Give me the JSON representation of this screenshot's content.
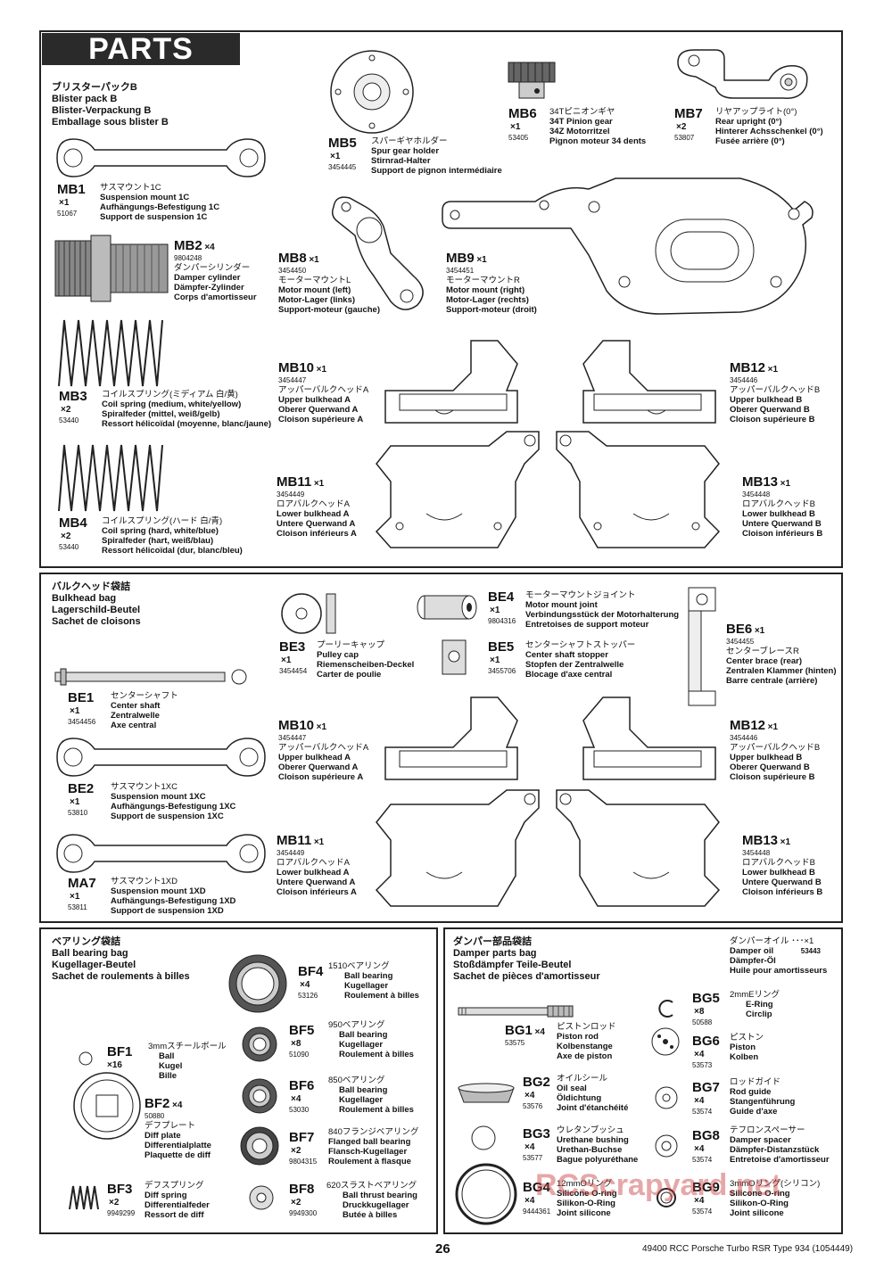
{
  "title": "PARTS",
  "sections": {
    "blisterB": [
      "ブリスターパックB",
      "Blister pack B",
      "Blister-Verpackung B",
      "Emballage sous blister B"
    ],
    "bulkhead": [
      "バルクヘッド袋詰",
      "Bulkhead bag",
      "Lagerschild-Beutel",
      "Sachet de cloisons"
    ],
    "bearing": [
      "ベアリング袋詰",
      "Ball bearing bag",
      "Kugellager-Beutel",
      "Sachet de roulements à billes"
    ],
    "damper": [
      "ダンパー部品袋詰",
      "Damper parts bag",
      "Stoßdämpfer Teile-Beutel",
      "Sachet de pièces d'amortisseur"
    ]
  },
  "parts": {
    "MB5": {
      "code": "MB5",
      "qty": "×1",
      "num": "3454445",
      "lines": [
        "スパーギヤホルダー",
        "Spur gear holder",
        "Stirnrad-Halter",
        "Support de pignon intermédiaire"
      ]
    },
    "MB6": {
      "code": "MB6",
      "qty": "×1",
      "num": "53405",
      "lines": [
        "34Tピニオンギヤ",
        "34T Pinion gear",
        "34Z Motorritzel",
        "Pignon moteur 34 dents"
      ]
    },
    "MB7": {
      "code": "MB7",
      "qty": "×2",
      "num": "53807",
      "lines": [
        "リヤアップライト(0°)",
        "Rear upright (0°)",
        "Hinterer Achsschenkel (0°)",
        "Fusée arrière (0°)"
      ]
    },
    "MB1": {
      "code": "MB1",
      "qty": "×1",
      "num": "51067",
      "lines": [
        "サスマウント1C",
        "Suspension mount 1C",
        "Aufhängungs-Befestigung 1C",
        "Support de suspension 1C"
      ]
    },
    "MB2": {
      "code": "MB2",
      "qty": "×4",
      "num": "9804248",
      "lines": [
        "ダンパーシリンダー",
        "Damper cylinder",
        "Dämpfer-Zylinder",
        "Corps d'amortisseur"
      ]
    },
    "MB8": {
      "code": "MB8",
      "qty": "×1",
      "num": "3454450",
      "lines": [
        "モーターマウントL",
        "Motor mount (left)",
        "Motor-Lager (links)",
        "Support-moteur (gauche)"
      ]
    },
    "MB9": {
      "code": "MB9",
      "qty": "×1",
      "num": "3454451",
      "lines": [
        "モーターマウントR",
        "Motor mount (right)",
        "Motor-Lager (rechts)",
        "Support-moteur (droit)"
      ]
    },
    "MB3": {
      "code": "MB3",
      "qty": "×2",
      "num": "53440",
      "lines": [
        "コイルスプリング(ミディアム 白/黄)",
        "Coil spring (medium, white/yellow)",
        "Spiralfeder (mittel, weiß/gelb)",
        "Ressort hélicoïdal (moyenne, blanc/jaune)"
      ]
    },
    "MB4": {
      "code": "MB4",
      "qty": "×2",
      "num": "53440",
      "lines": [
        "コイルスプリング(ハード 白/青)",
        "Coil spring (hard, white/blue)",
        "Spiralfeder (hart, weiß/blau)",
        "Ressort hélicoïdal (dur, blanc/bleu)"
      ]
    },
    "MB10a": {
      "code": "MB10",
      "qty": "×1",
      "num": "3454447",
      "lines": [
        "アッパーバルクヘッドA",
        "Upper bulkhead A",
        "Oberer Querwand A",
        "Cloison supérieure A"
      ]
    },
    "MB12a": {
      "code": "MB12",
      "qty": "×1",
      "num": "3454446",
      "lines": [
        "アッパーバルクヘッドB",
        "Upper bulkhead B",
        "Oberer Querwand B",
        "Cloison supérieure B"
      ]
    },
    "MB11a": {
      "code": "MB11",
      "qty": "×1",
      "num": "3454449",
      "lines": [
        "ロアバルクヘッドA",
        "Lower bulkhead A",
        "Untere Querwand A",
        "Cloison inférieurs A"
      ]
    },
    "MB13a": {
      "code": "MB13",
      "qty": "×1",
      "num": "3454448",
      "lines": [
        "ロアバルクヘッドB",
        "Lower bulkhead B",
        "Untere Querwand B",
        "Cloison inférieurs B"
      ]
    },
    "BE4": {
      "code": "BE4",
      "qty": "×1",
      "num": "9804316",
      "lines": [
        "モーターマウントジョイント",
        "Motor mount joint",
        "Verbindungsstück der Motorhalterung",
        "Entretoises de support moteur"
      ]
    },
    "BE3": {
      "code": "BE3",
      "qty": "×1",
      "num": "3454454",
      "lines": [
        "プーリーキャップ",
        "Pulley cap",
        "Riemenscheiben-Deckel",
        "Carter de poulie"
      ]
    },
    "BE5": {
      "code": "BE5",
      "qty": "×1",
      "num": "3455706",
      "lines": [
        "センターシャフトストッパー",
        "Center shaft stopper",
        "Stopfen der Zentralwelle",
        "Blocage d'axe central"
      ]
    },
    "BE6": {
      "code": "BE6",
      "qty": "×1",
      "num": "3454455",
      "lines": [
        "センターブレースR",
        "Center brace (rear)",
        "Zentralen Klammer (hinten)",
        "Barre centrale (arrière)"
      ]
    },
    "BE1": {
      "code": "BE1",
      "qty": "×1",
      "num": "3454456",
      "lines": [
        "センターシャフト",
        "Center shaft",
        "Zentralwelle",
        "Axe central"
      ]
    },
    "BE2": {
      "code": "BE2",
      "qty": "×1",
      "num": "53810",
      "lines": [
        "サスマウント1XC",
        "Suspension mount 1XC",
        "Aufhängungs-Befestigung 1XC",
        "Support de suspension 1XC"
      ]
    },
    "MA7": {
      "code": "MA7",
      "qty": "×1",
      "num": "53811",
      "lines": [
        "サスマウント1XD",
        "Suspension mount 1XD",
        "Aufhängungs-Befestigung 1XD",
        "Support de suspension 1XD"
      ]
    },
    "MB10b": {
      "code": "MB10",
      "qty": "×1",
      "num": "3454447",
      "lines": [
        "アッパーバルクヘッドA",
        "Upper bulkhead A",
        "Oberer Querwand A",
        "Cloison supérieure A"
      ]
    },
    "MB12b": {
      "code": "MB12",
      "qty": "×1",
      "num": "3454446",
      "lines": [
        "アッパーバルクヘッドB",
        "Upper bulkhead B",
        "Oberer Querwand B",
        "Cloison supérieure B"
      ]
    },
    "MB11b": {
      "code": "MB11",
      "qty": "×1",
      "num": "3454449",
      "lines": [
        "ロアバルクヘッドA",
        "Lower bulkhead A",
        "Untere Querwand A",
        "Cloison inférieurs A"
      ]
    },
    "MB13b": {
      "code": "MB13",
      "qty": "×1",
      "num": "3454448",
      "lines": [
        "ロアバルクヘッドB",
        "Lower bulkhead B",
        "Untere Querwand B",
        "Cloison inférieurs B"
      ]
    },
    "BF4": {
      "code": "BF4",
      "qty": "×4",
      "num": "53126",
      "lines": [
        "1510ベアリング",
        "Ball bearing",
        "Kugellager",
        "Roulement à billes"
      ]
    },
    "BF5": {
      "code": "BF5",
      "qty": "×8",
      "num": "51090",
      "lines": [
        "950ベアリング",
        "Ball bearing",
        "Kugellager",
        "Roulement à billes"
      ]
    },
    "BF1": {
      "code": "BF1",
      "qty": "×16",
      "num": "",
      "lines": [
        "3mmスチールボール",
        "Ball",
        "Kugel",
        "Bille"
      ]
    },
    "BF6": {
      "code": "BF6",
      "qty": "×4",
      "num": "53030",
      "lines": [
        "850ベアリング",
        "Ball bearing",
        "Kugellager",
        "Roulement à billes"
      ]
    },
    "BF2": {
      "code": "BF2",
      "qty": "×4",
      "num": "50880",
      "lines": [
        "デフプレート",
        "Diff plate",
        "Differentialplatte",
        "Plaquette de diff"
      ]
    },
    "BF7": {
      "code": "BF7",
      "qty": "×2",
      "num": "9804315",
      "lines": [
        "840フランジベアリング",
        "Flanged ball bearing",
        "Flansch-Kugellager",
        "Roulement à flasque"
      ]
    },
    "BF3": {
      "code": "BF3",
      "qty": "×2",
      "num": "9949299",
      "lines": [
        "デフスプリング",
        "Diff spring",
        "Differentialfeder",
        "Ressort de diff"
      ]
    },
    "BF8": {
      "code": "BF8",
      "qty": "×2",
      "num": "9949300",
      "lines": [
        "620スラストベアリング",
        "Ball thrust bearing",
        "Druckkugellager",
        "Butée à billes"
      ]
    },
    "BG1": {
      "code": "BG1",
      "qty": "×4",
      "num": "53575",
      "lines": [
        "ピストンロッド",
        "Piston rod",
        "Kolbenstange",
        "Axe de piston"
      ]
    },
    "BG2": {
      "code": "BG2",
      "qty": "×4",
      "num": "53576",
      "lines": [
        "オイルシール",
        "Oil seal",
        "Öldichtung",
        "Joint d'étanchéité"
      ]
    },
    "BG3": {
      "code": "BG3",
      "qty": "×4",
      "num": "53577",
      "lines": [
        "ウレタンブッシュ",
        "Urethane bushing",
        "Urethan-Buchse",
        "Bague polyuréthane"
      ]
    },
    "BG4": {
      "code": "BG4",
      "qty": "×4",
      "num": "9444361",
      "lines": [
        "12mmOリング",
        "Silicone O-ring",
        "Silikon-O-Ring",
        "Joint silicone"
      ]
    },
    "BG5": {
      "code": "BG5",
      "qty": "×8",
      "num": "50588",
      "lines": [
        "2mmEリング",
        "E-Ring",
        "Circlip",
        ""
      ]
    },
    "BG6": {
      "code": "BG6",
      "qty": "×4",
      "num": "53573",
      "lines": [
        "ピストン",
        "Piston",
        "Kolben",
        ""
      ]
    },
    "BG7": {
      "code": "BG7",
      "qty": "×4",
      "num": "53574",
      "lines": [
        "ロッドガイド",
        "Rod guide",
        "Stangenführung",
        "Guide d'axe"
      ]
    },
    "BG8": {
      "code": "BG8",
      "qty": "×4",
      "num": "53574",
      "lines": [
        "テフロンスペーサー",
        "Damper spacer",
        "Dämpfer-Distanzstück",
        "Entretoise d'amortisseur"
      ]
    },
    "BG9": {
      "code": "BG9",
      "qty": "×4",
      "num": "53574",
      "lines": [
        "3mmOリング(シリコン)",
        "Silicone O-ring",
        "Silikon-O-Ring",
        "Joint silicone"
      ]
    }
  },
  "damper_oil": {
    "lines": [
      "ダンパーオイル ･･･×1",
      "Damper oil",
      "Dämpfer-Öl",
      "Huile pour amortisseurs"
    ],
    "num": "53443"
  },
  "footer": {
    "page": "26",
    "model": "49400  RCC Porsche Turbo RSR Type 934 (1054449)"
  },
  "watermark": "RCScrapyard.net"
}
